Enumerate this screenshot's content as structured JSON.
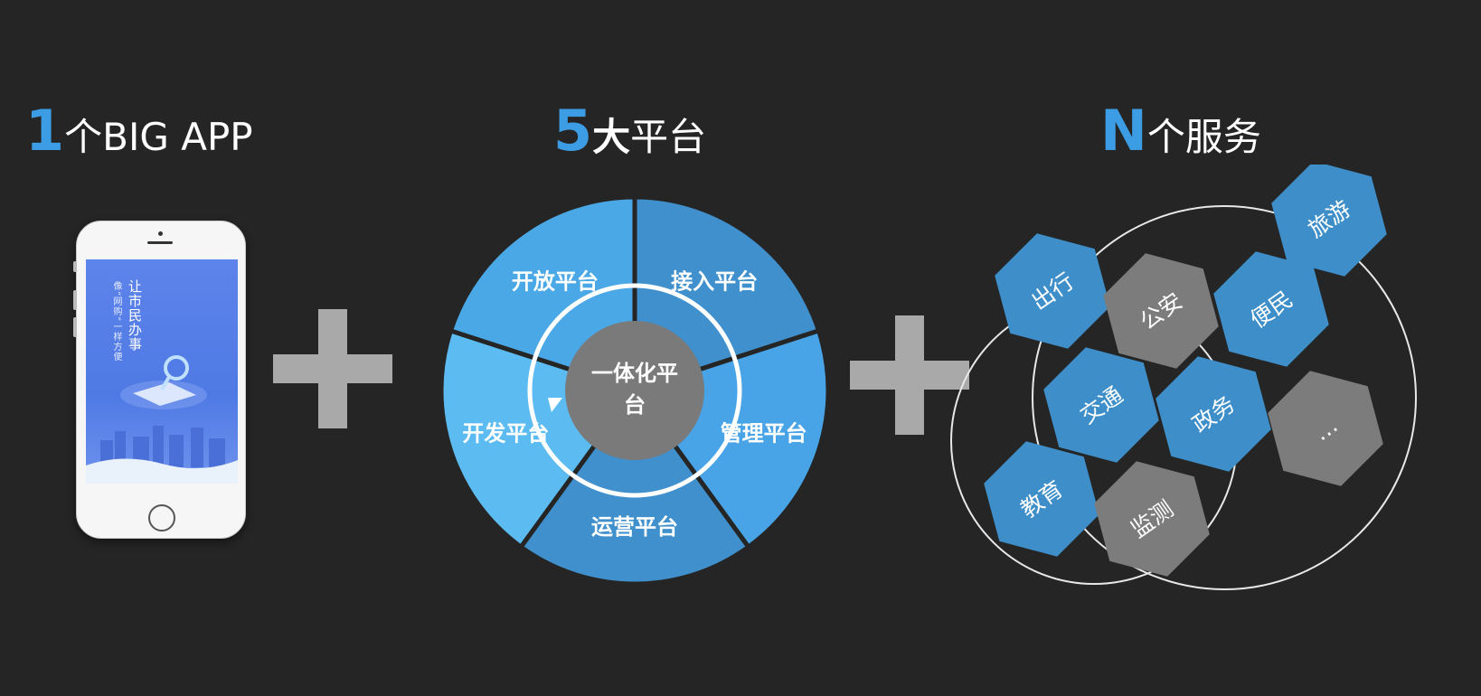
{
  "titles": {
    "app": {
      "num": "1",
      "text": "个BIG APP"
    },
    "platform": {
      "num": "5",
      "bold": "大",
      "text": "平台"
    },
    "service": {
      "num": "N",
      "text": "个服务"
    }
  },
  "phone": {
    "slogan": "让市民办事",
    "subtitle": "像“网购”一样方便"
  },
  "platform_wheel": {
    "center": [
      "一体化平",
      "台"
    ],
    "segments": [
      "开发平台",
      "开放平台",
      "接入平台",
      "管理平台",
      "运营平台"
    ]
  },
  "services": {
    "items": [
      {
        "label": "出行",
        "color": "blue"
      },
      {
        "label": "公安",
        "color": "gray"
      },
      {
        "label": "便民",
        "color": "blue"
      },
      {
        "label": "旅游",
        "color": "blue"
      },
      {
        "label": "交通",
        "color": "blue"
      },
      {
        "label": "政务",
        "color": "blue"
      },
      {
        "label": "…",
        "color": "gray"
      },
      {
        "label": "教育",
        "color": "blue"
      },
      {
        "label": "监测",
        "color": "gray"
      }
    ]
  },
  "colors": {
    "accent": "#3c9de4",
    "background": "#252525",
    "plus": "#a9a9a9",
    "hex_blue": "#3e8fc9",
    "hex_gray": "#7c7c7c",
    "center_gray": "#7a7a7a"
  }
}
